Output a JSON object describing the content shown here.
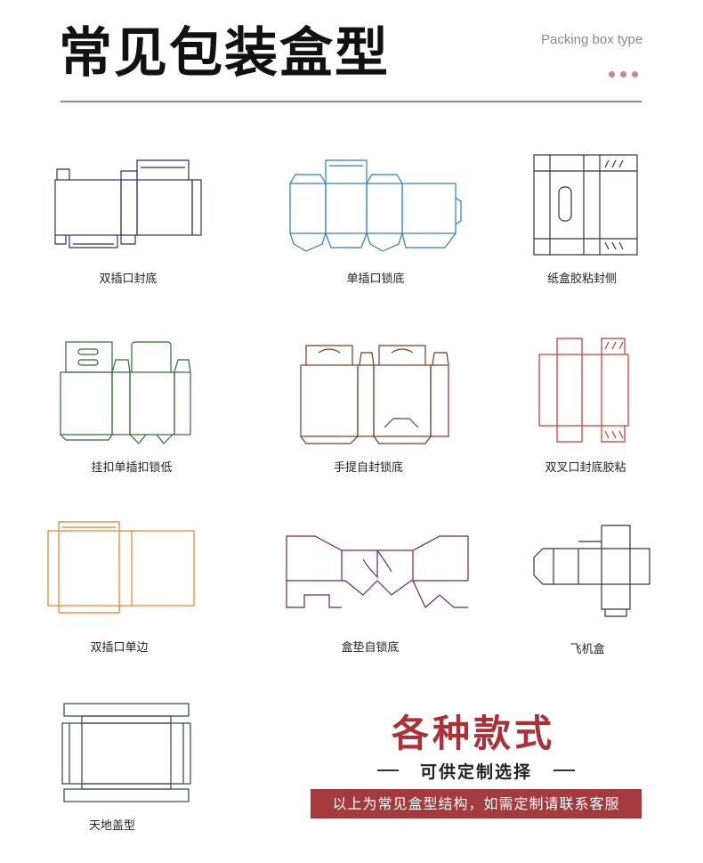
{
  "header": {
    "title": "常见包装盒型",
    "subtitle": "Packing box type"
  },
  "boxes": [
    {
      "label": "双插口封底",
      "color": "#2b2e7a"
    },
    {
      "label": "单插口锁底",
      "color": "#2d7bc4"
    },
    {
      "label": "纸盒胶粘封侧",
      "color": "#333333"
    },
    {
      "label": "挂扣单插扣锁低",
      "color": "#2e6b2e"
    },
    {
      "label": "手提自封锁底",
      "color": "#7a3a22"
    },
    {
      "label": "双叉口封底胶粘",
      "color": "#c0392b"
    },
    {
      "label": "双插口单边",
      "color": "#e27d2c"
    },
    {
      "label": "盒垫自锁底",
      "color": "#6e2467"
    },
    {
      "label": "飞机盒",
      "color": "#333333"
    },
    {
      "label": "天地盖型",
      "color": "#2f4a2f"
    }
  ],
  "promo": {
    "headline": "各种款式",
    "subline": "可供定制选择",
    "note": "以上为常见盒型结构，如需定制请联系客服"
  },
  "colors": {
    "accent": "#a83237",
    "rule": "#b57c80"
  }
}
